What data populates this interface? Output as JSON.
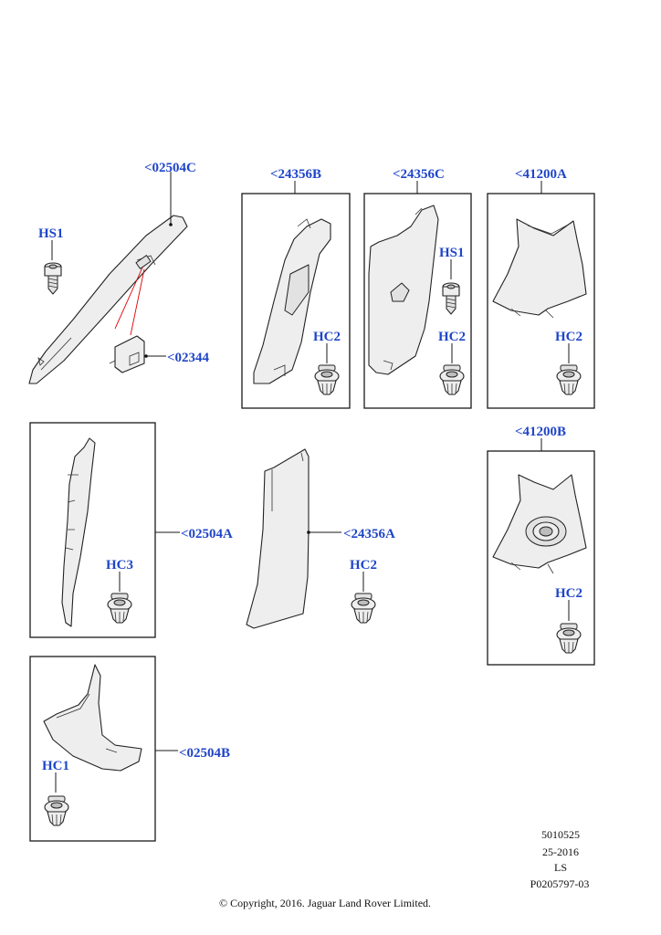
{
  "callouts": {
    "c02504C": "<02504C",
    "c24356B": "<24356B",
    "c24356C": "<24356C",
    "c41200A": "<41200A",
    "c02344": "<02344",
    "c02504A": "<02504A",
    "c24356A": "<24356A",
    "c41200B": "<41200B",
    "c02504B": "<02504B"
  },
  "fasteners": {
    "hs1": "HS1",
    "hc1": "HC1",
    "hc2": "HC2",
    "hc3": "HC3"
  },
  "meta": {
    "code": "5010525",
    "date": "25-2016",
    "initials": "LS",
    "ref": "P0205797-03"
  },
  "copyright": "© Copyright, 2016. Jaguar Land Rover Limited."
}
